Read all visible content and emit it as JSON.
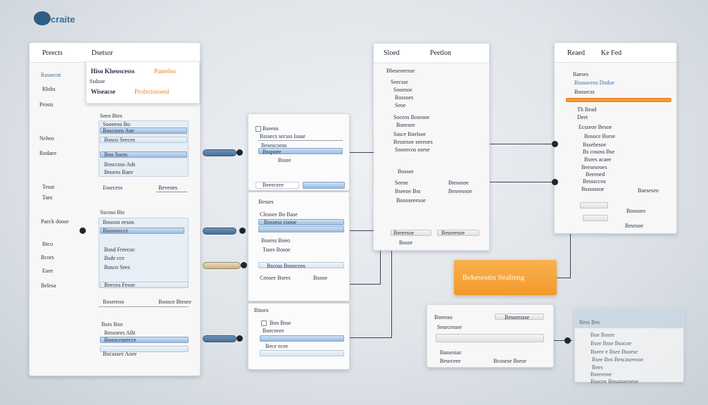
{
  "app": {
    "logo_text": "craite"
  },
  "panel1": {
    "header": {
      "left": "Preects",
      "right": "Dsetsor"
    },
    "sidebar": [
      "Rassecnt",
      "Rlobs",
      "Prosts",
      "Neheo",
      "Rodaee",
      "Tesut",
      "Taes",
      "Paeck doose",
      "Btco",
      "Bcors",
      "Eaee",
      "Belesa"
    ],
    "callout": {
      "line1_a": "Hiso Kheoscesss",
      "line1_b": "Pamelso",
      "line2": "Ssduse",
      "line3_a": "Wiseacse",
      "line3_b": "Profectosoenl"
    },
    "form1": {
      "title": "Seeo Btes",
      "rows": [
        "Sooeeoo Bo",
        "Boscsseo Ane",
        "Bosco Seeces",
        "Boo Ssees",
        "Bosccsso Ads",
        "Beoees Baee"
      ],
      "foot_a": "Essecess",
      "foot_b": "Beveoes"
    },
    "form2": {
      "title": "Sscoso Bis",
      "rows": [
        "Boosoo eesoo",
        "Bisoosecce",
        "Bosd Freecoc",
        "Bsde cce",
        "Bosco Sees",
        "Beecea Fesoe"
      ],
      "foot_a": "Bosereoo",
      "foot_b": "Boosce Btesee"
    },
    "form3": {
      "title": "Bses Boo",
      "rows": [
        "Bessoees ABt",
        "Boooceasecce",
        "Bocassee Aoee"
      ]
    }
  },
  "panel2": {
    "card1": {
      "title": "Bseeos",
      "rows": [
        "Bsssecs secsss Isaae",
        "Besescoeas",
        "Bsspoee",
        "Bssee"
      ],
      "button": "Beeeceee"
    },
    "card2": {
      "title": "Besses",
      "subtitle": "Cleasee Bo Base",
      "rows": [
        "Bossess coooe",
        "Bosess Boeo",
        "Tases Bosoe",
        "Bscoss Boosceos"
      ],
      "foot_a": "Ceosee Bsees",
      "foot_b": "Bsooe"
    },
    "card3": {
      "title": "Bitoro",
      "rows": [
        "Boo Bsse",
        "Boeceeee",
        "Bece ecee"
      ]
    }
  },
  "panel3": {
    "header": {
      "left": "Sloed",
      "right": "Peetlon"
    },
    "title": "Bbeseoeesse",
    "rows": [
      "Seecsse",
      "Sooesoe",
      "Bossoes",
      "Seoe",
      "Soceos Bosesoe",
      "Boeesee",
      "Sasce Rnelsoe",
      "Bessesoe seeeoes",
      "Sooeecos soese",
      "Bossee",
      "Seene",
      "Bseeoe Bss"
    ],
    "right_rows": [
      "Btesosoe",
      "Beseesooe"
    ],
    "last": "Boooseeesoe",
    "footer": {
      "a": "Breeesoe",
      "b": "Beseeesoe",
      "c": "Bsose"
    }
  },
  "panel4": {
    "header": {
      "left": "Reaed",
      "right": "Ke Fed"
    },
    "rows": [
      "Baeses",
      "Bsosoceos Dodoe",
      "Bossecss",
      "Th Bead",
      "Deet",
      "Ecsseoe Besoe",
      "Bosoce Bsese",
      "Bssebesoe",
      "Bs cososs Bse",
      "Bsees acaee",
      "Beeseseoes",
      "Beeeoed",
      "Besssccea",
      "Bssosssoe",
      "Baeseseo",
      "Boosseo",
      "Besesoe"
    ]
  },
  "panel5": {
    "title": "Bseesso",
    "rows": [
      "Besseessse",
      "Sesecessee",
      "Bassesiac",
      "Beseceee"
    ],
    "foot": "Bcosese Bsese"
  },
  "panel6": {
    "title": "Bess Bes",
    "rows": [
      "Boe Bosee",
      "Bsee Bsse Bsocoe",
      "Bseee e Bsee Bsoese",
      "Bsee Bos Bescaseeooe",
      "Bees",
      "Bseeeeoe",
      "Bsocee Besaoseesese"
    ]
  },
  "cta": {
    "label": "Bekesestin Sealieng"
  },
  "colors": {
    "accent_orange": "#f39a2e",
    "accent_blue": "#3c6f9a",
    "bar_blue": "#9bbde0",
    "connector": "#1f2530"
  }
}
